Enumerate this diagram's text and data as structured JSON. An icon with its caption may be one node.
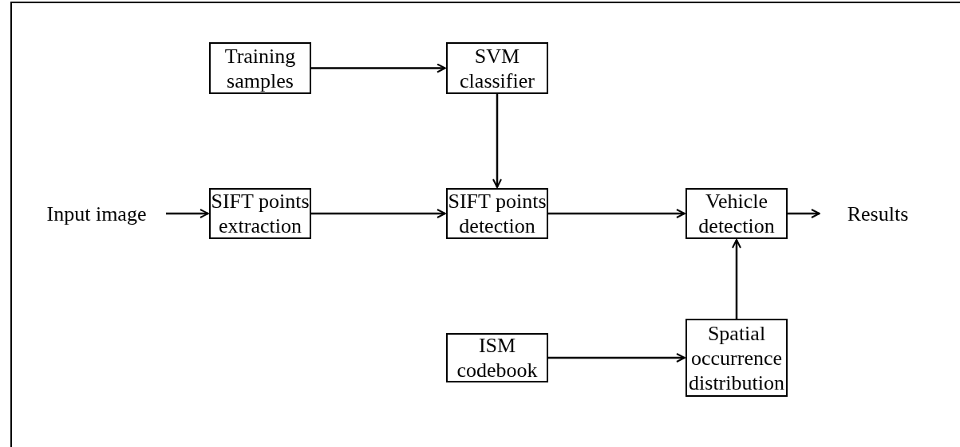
{
  "diagram": {
    "nodes": [
      {
        "text": [
          "Training samples"
        ]
      },
      {
        "text": [
          "SVM classifier"
        ]
      },
      {
        "text": [
          "Input image"
        ]
      },
      {
        "text": [
          "SIFT points extraction"
        ]
      },
      {
        "text": [
          "SIFT points detection"
        ]
      },
      {
        "text": [
          "Vehicle detection"
        ]
      },
      {
        "text": [
          "Results"
        ]
      },
      {
        "text": [
          "ISM codebook"
        ]
      },
      {
        "text": [
          "Spatial occurrence distribution"
        ]
      }
    ],
    "edges": [
      {
        "from": 0,
        "to": 1,
        "arrow": "to"
      },
      {
        "from": 1,
        "to": 4,
        "arrow": "to"
      },
      {
        "from": 2,
        "to": 3,
        "arrow": "to"
      },
      {
        "from": 3,
        "to": 4,
        "arrow": "to"
      },
      {
        "from": 4,
        "to": 5,
        "arrow": "to"
      },
      {
        "from": 5,
        "to": 6,
        "arrow": "to"
      },
      {
        "from": 7,
        "to": 8,
        "arrow": "to"
      },
      {
        "from": 8,
        "to": 5,
        "arrow": "to"
      }
    ]
  }
}
